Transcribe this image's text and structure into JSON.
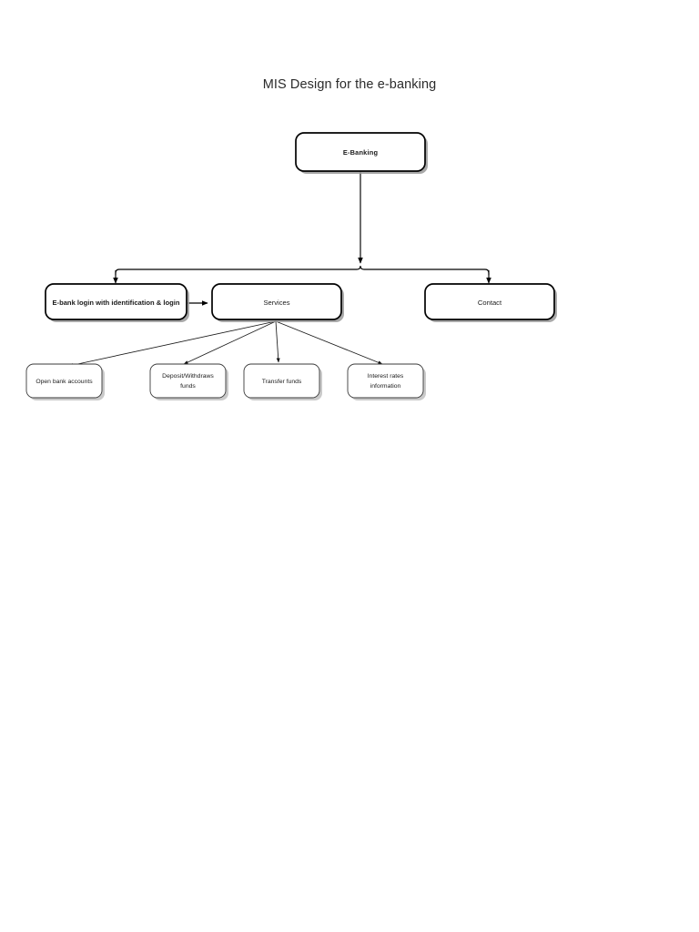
{
  "document": {
    "title": "MIS Design for the e-banking",
    "background_color": "#ffffff",
    "text_color": "#1a1a1a",
    "line_color": "#000000"
  },
  "diagram": {
    "type": "hierarchy-flowchart",
    "levels": [
      {
        "level": 1,
        "nodes": [
          {
            "id": "e-banking",
            "label": "E-Banking"
          }
        ]
      },
      {
        "level": 2,
        "nodes": [
          {
            "id": "login",
            "label": "E-bank login with identification & login"
          },
          {
            "id": "services",
            "label": "Services"
          },
          {
            "id": "contact",
            "label": "Contact"
          }
        ]
      },
      {
        "level": 3,
        "nodes": [
          {
            "id": "open-accounts",
            "label": "Open bank accounts",
            "line1": "Open bank accounts",
            "line2": ""
          },
          {
            "id": "deposit-withdraw",
            "label": "Deposit/Withdraws funds",
            "line1": "Deposit/Withdraws",
            "line2": "funds"
          },
          {
            "id": "transfer",
            "label": "Transfer funds",
            "line1": "Transfer funds",
            "line2": ""
          },
          {
            "id": "interest-rates",
            "label": "Interest rates information",
            "line1": "Interest rates",
            "line2": "information"
          }
        ]
      }
    ],
    "connections": [
      {
        "from": "e-banking",
        "to": "login",
        "style": "orthogonal-arrow"
      },
      {
        "from": "e-banking",
        "to": "services",
        "style": "orthogonal-arrow"
      },
      {
        "from": "e-banking",
        "to": "contact",
        "style": "orthogonal-arrow"
      },
      {
        "from": "login",
        "to": "services",
        "style": "horizontal-arrow"
      },
      {
        "from": "services",
        "to": "open-accounts",
        "style": "diagonal-arrow"
      },
      {
        "from": "services",
        "to": "deposit-withdraw",
        "style": "diagonal-arrow"
      },
      {
        "from": "services",
        "to": "transfer",
        "style": "diagonal-arrow"
      },
      {
        "from": "services",
        "to": "interest-rates",
        "style": "diagonal-arrow"
      }
    ]
  }
}
